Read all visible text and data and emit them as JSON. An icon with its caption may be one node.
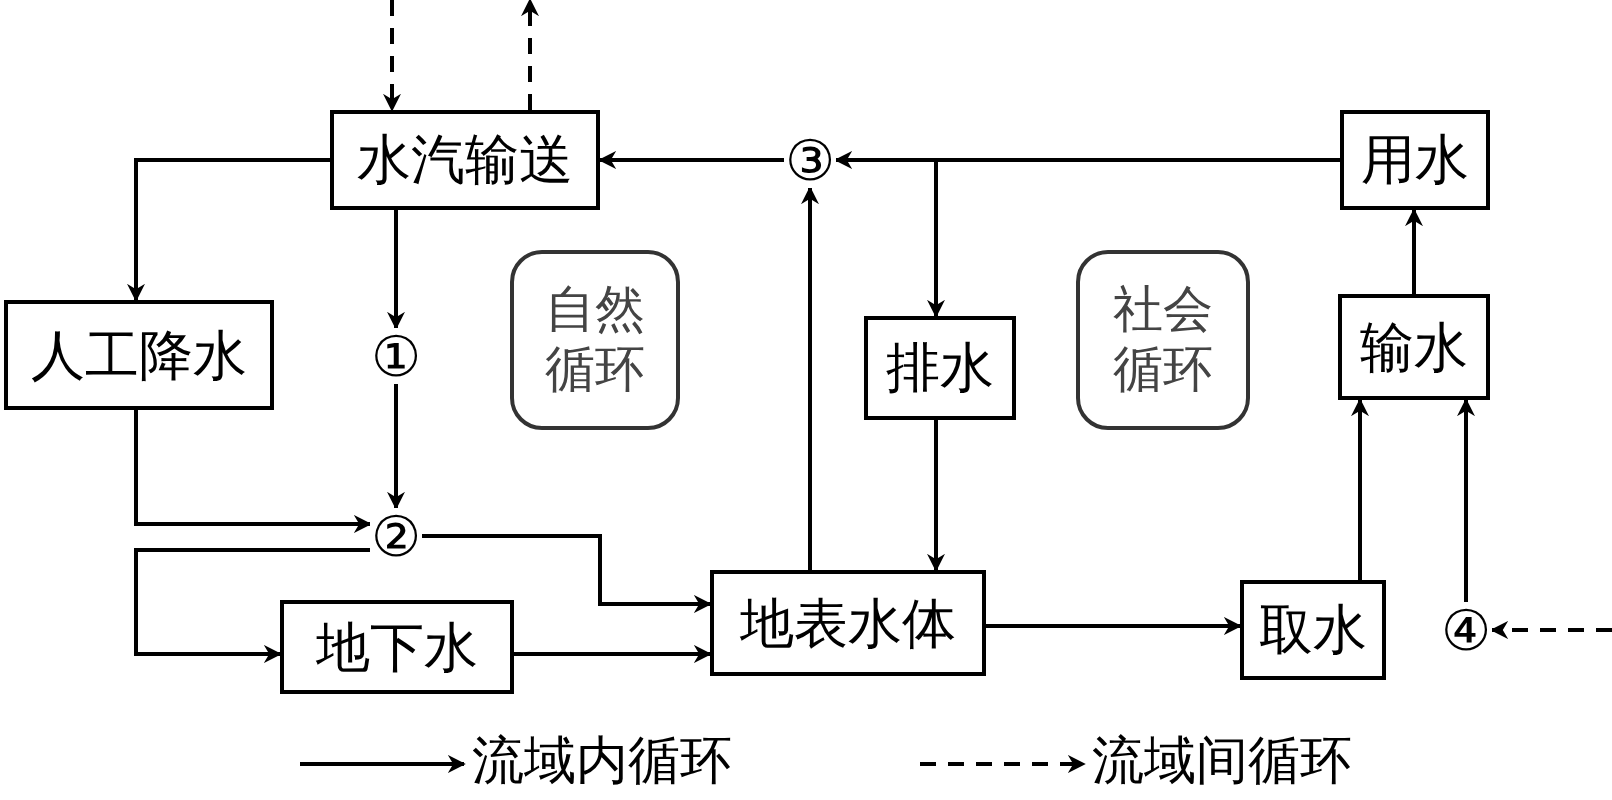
{
  "diagram": {
    "nodes": [
      {
        "text": [
          "水汽输送"
        ]
      },
      {
        "text": [
          "③"
        ]
      },
      {
        "text": [
          "用水"
        ]
      },
      {
        "text": [
          "人工降水"
        ]
      },
      {
        "text": [
          "①"
        ]
      },
      {
        "text": [
          "自然循环"
        ]
      },
      {
        "text": [
          "排水"
        ]
      },
      {
        "text": [
          "社会循环"
        ]
      },
      {
        "text": [
          "输水"
        ]
      },
      {
        "text": [
          "②"
        ]
      },
      {
        "text": [
          "地下水"
        ]
      },
      {
        "text": [
          "地表水体"
        ]
      },
      {
        "text": [
          "取水"
        ]
      },
      {
        "text": [
          "④"
        ]
      }
    ],
    "edges": [
      {
        "from": null,
        "to": 0,
        "arrow": "to",
        "style": "dashed"
      },
      {
        "from": 0,
        "to": null,
        "arrow": "to",
        "style": "dashed"
      },
      {
        "from": 2,
        "to": 1,
        "arrow": "to"
      },
      {
        "from": 1,
        "to": 0,
        "arrow": "to"
      },
      {
        "from": 2,
        "to": 6,
        "arrow": "to"
      },
      {
        "from": 0,
        "to": 3,
        "arrow": "to"
      },
      {
        "from": 0,
        "to": 4,
        "arrow": "to"
      },
      {
        "from": 4,
        "to": 9,
        "arrow": "to"
      },
      {
        "from": 3,
        "to": 9,
        "arrow": "to"
      },
      {
        "from": 9,
        "to": 11,
        "arrow": "to"
      },
      {
        "from": 9,
        "to": 10,
        "arrow": "to"
      },
      {
        "from": 10,
        "to": 11,
        "arrow": "to"
      },
      {
        "from": 11,
        "to": 1,
        "arrow": "to"
      },
      {
        "from": 6,
        "to": 11,
        "arrow": "to"
      },
      {
        "from": 11,
        "to": 12,
        "arrow": "to"
      },
      {
        "from": 12,
        "to": 8,
        "arrow": "to"
      },
      {
        "from": 13,
        "to": 8,
        "arrow": "to"
      },
      {
        "from": null,
        "to": 13,
        "arrow": "to",
        "style": "dashed"
      },
      {
        "from": 8,
        "to": 2,
        "arrow": "to"
      }
    ],
    "legend": [
      {
        "text": "流域内循环"
      },
      {
        "text": "流域间循环"
      }
    ]
  }
}
